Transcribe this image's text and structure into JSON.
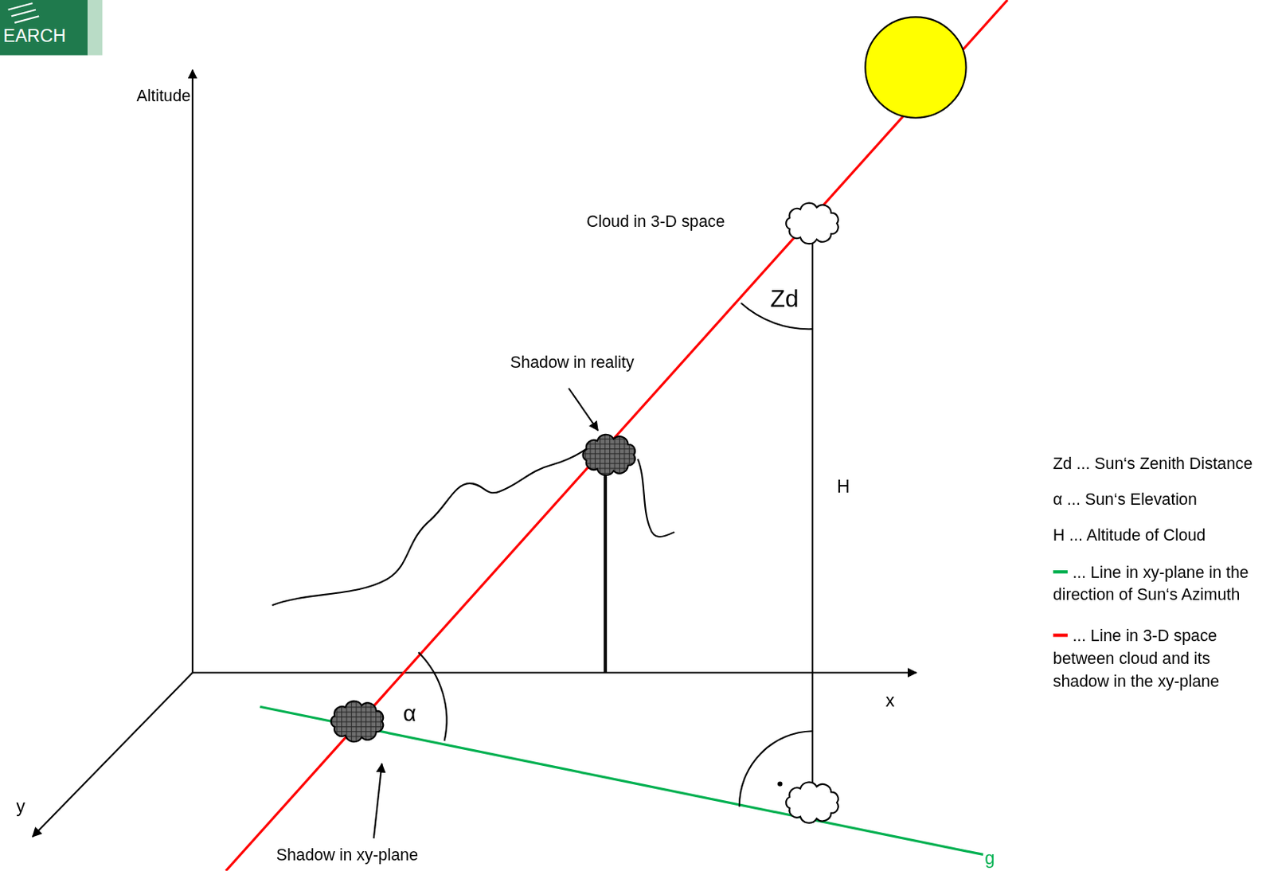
{
  "diagram": {
    "labels": [
      "EARCH",
      "Altitude",
      "Cloud in 3-D space",
      "Zd",
      "Shadow in reality",
      "H",
      "x",
      "α",
      "y",
      "Shadow in xy-plane",
      "g"
    ],
    "legend": [
      {
        "text": "Zd ... Sun‘s Zenith Distance"
      },
      {
        "text": "α ... Sun‘s Elevation"
      },
      {
        "text": "H ... Altitude of Cloud"
      },
      {
        "text": "... Line in xy-plane in the direction of Sun‘s Azimuth",
        "color": "#00b050"
      },
      {
        "text": "... Line in 3-D space between cloud and its shadow in the xy-plane",
        "color": "#ff0000"
      }
    ]
  }
}
